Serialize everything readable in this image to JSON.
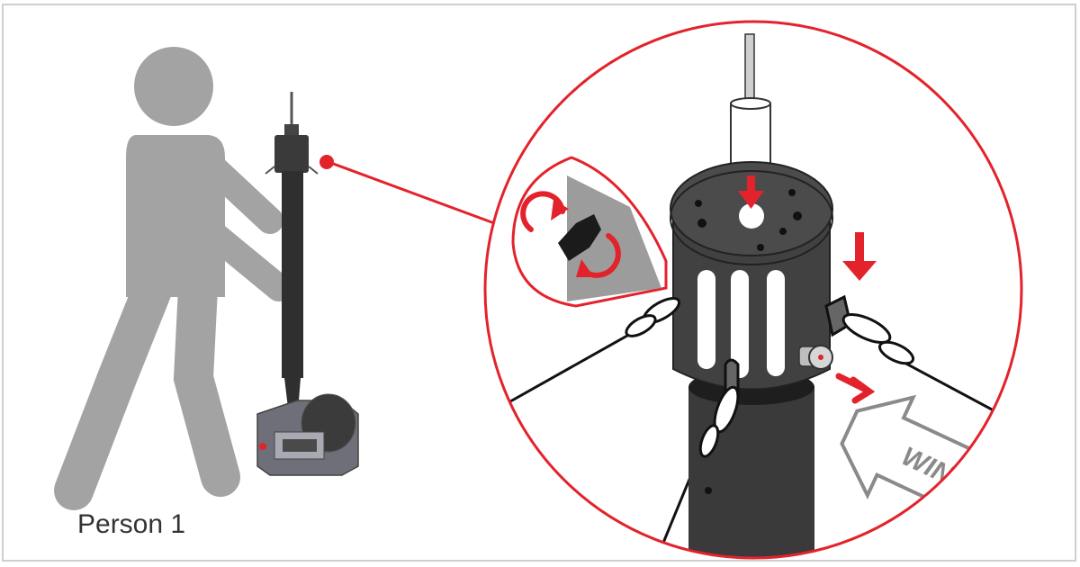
{
  "labels": {
    "person": "Person 1",
    "wind": "WIND"
  },
  "colors": {
    "accent_red": "#e3232c",
    "person_gray": "#a3a3a3",
    "pole_dark": "#3a3a3a",
    "frame_gray": "#cfcfcf"
  },
  "icons": [
    "person-silhouette",
    "mast-pole",
    "winch-base",
    "rotate-arrow-icon",
    "down-arrow-icon",
    "pull-arrow-icon",
    "wind-arrow-icon",
    "knob-icon"
  ]
}
